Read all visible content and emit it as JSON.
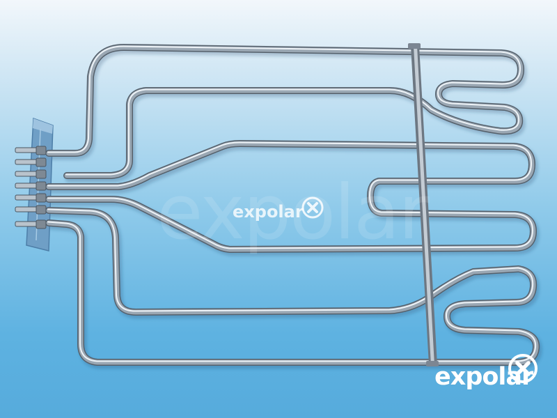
{
  "watermark": {
    "large_text": "expolar",
    "small_text": "expolar"
  },
  "brand": {
    "logo_text": "expolar",
    "logo_icon": "x-circle-icon",
    "color": "#ffffff"
  },
  "colors": {
    "background_top": "#f2f7fb",
    "background_bottom": "#56abdc",
    "element_metal": "#9aa7b3"
  }
}
